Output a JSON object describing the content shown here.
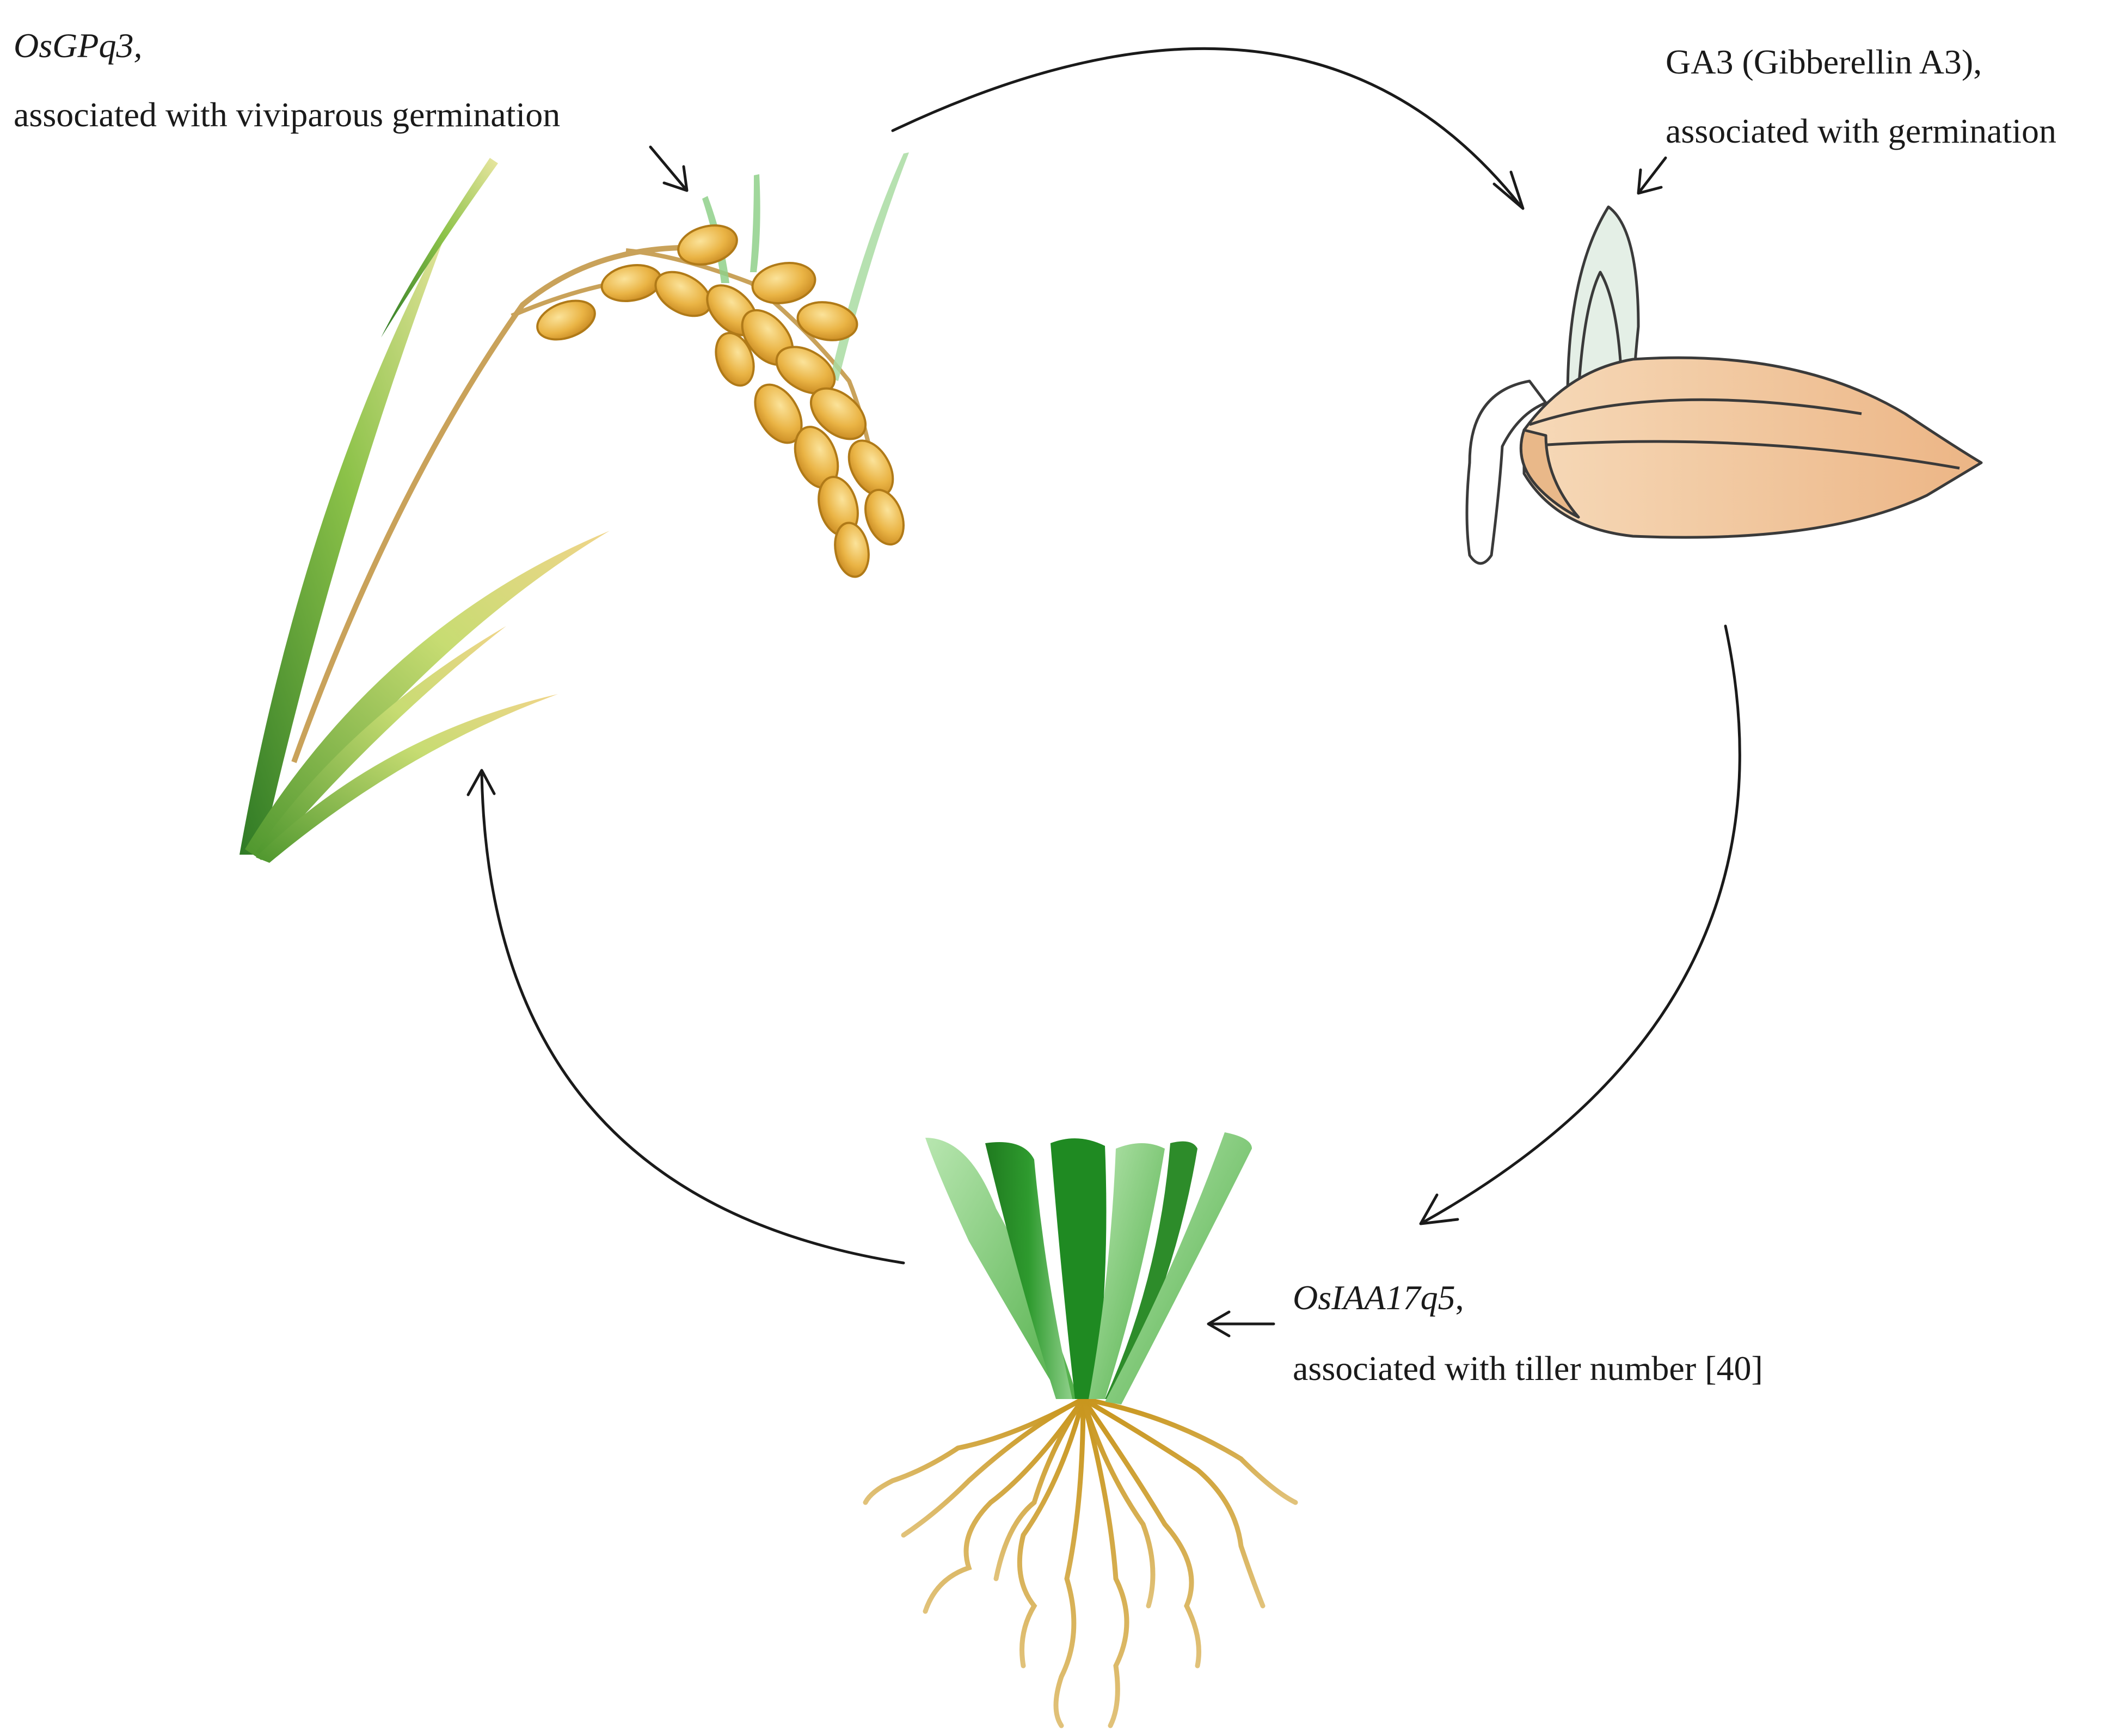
{
  "labels": {
    "mature_plant": {
      "gene": "OsGPq3,",
      "description": "associated with viviparous germination"
    },
    "seed": {
      "gene": "GA3 (Gibberellin A3),",
      "description": "associated with germination"
    },
    "seedling": {
      "gene": "OsIAA17q5",
      "gene_suffix": ",",
      "description": "associated with tiller number [40]"
    }
  },
  "colors": {
    "leaf_dark": "#3f8f2a",
    "leaf_light": "#c9e27a",
    "grain_gold": "#e8b03a",
    "seed_tan": "#f1c79e",
    "root_brown": "#b8860b",
    "tiller_green": "#2f8f2a",
    "arrow": "#1a1a1a"
  }
}
